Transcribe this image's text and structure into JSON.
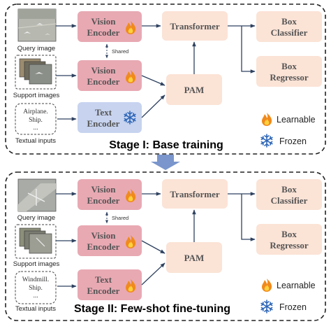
{
  "stage1": {
    "title": "Stage I: Base training",
    "query_label": "Query image",
    "support_label": "Support images",
    "text_label": "Textual inputs",
    "text_lines": [
      "Airplane.",
      "Ship.",
      "..."
    ],
    "vision_encoder_1": [
      "Vision",
      "Encoder"
    ],
    "vision_encoder_2": [
      "Vision",
      "Encoder"
    ],
    "text_encoder": [
      "Text",
      "Encoder"
    ],
    "shared_label": "Shared",
    "transformer": "Transformer",
    "pam": "PAM",
    "box_classifier": [
      "Box",
      "Classifier"
    ],
    "box_regressor": [
      "Box",
      "Regressor"
    ],
    "legend_learnable": "Learnable",
    "legend_frozen": "Frozen"
  },
  "stage2": {
    "title": "Stage II: Few-shot fine-tuning",
    "query_label": "Query image",
    "support_label": "Support images",
    "text_label": "Textual inputs",
    "text_lines": [
      "Windmill.",
      "Ship.",
      "..."
    ],
    "vision_encoder_1": [
      "Vision",
      "Encoder"
    ],
    "vision_encoder_2": [
      "Vision",
      "Encoder"
    ],
    "text_encoder": [
      "Text",
      "Encoder"
    ],
    "shared_label": "Shared",
    "transformer": "Transformer",
    "pam": "PAM",
    "box_classifier": [
      "Box",
      "Classifier"
    ],
    "box_regressor": [
      "Box",
      "Regressor"
    ],
    "legend_learnable": "Learnable",
    "legend_frozen": "Frozen"
  },
  "icons": {
    "learnable": "fire-icon",
    "frozen": "snowflake-icon"
  },
  "colors": {
    "learnable_box": "#e8a9b3",
    "frozen_box": "#c7d3ef",
    "neutral_box": "#fbe3d6",
    "arrow": "#2f4260",
    "stage_arrow": "#7a96cc",
    "title_text": "#000000",
    "module_text": "#555555"
  }
}
